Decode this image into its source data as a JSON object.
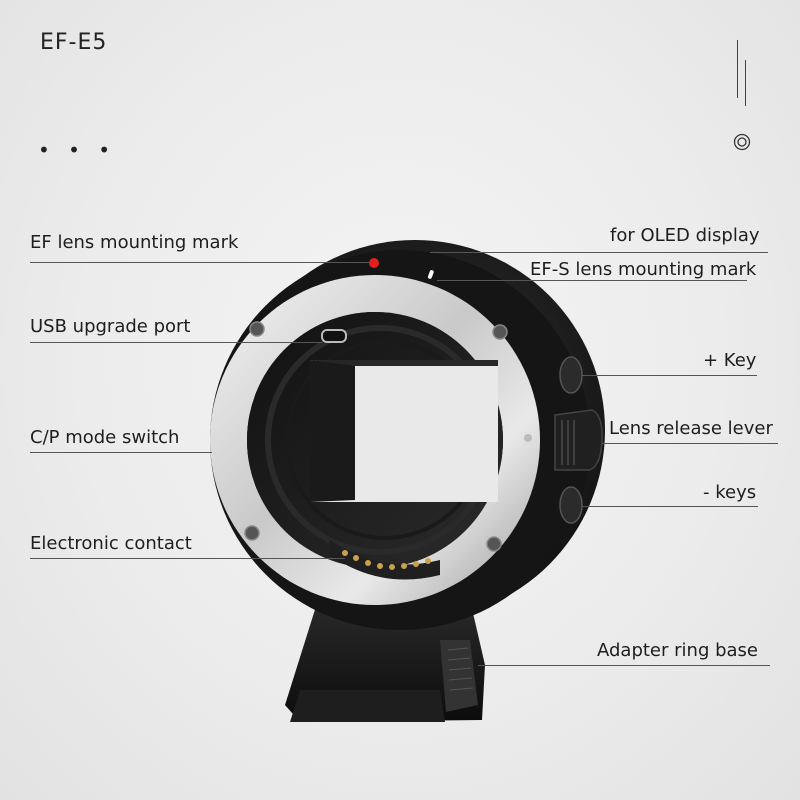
{
  "header": {
    "title": "EF-E5",
    "more_dots": "• • •"
  },
  "callouts": {
    "left": [
      {
        "key": "ef_mark",
        "label": "EF lens mounting mark"
      },
      {
        "key": "usb",
        "label": "USB upgrade port"
      },
      {
        "key": "cp",
        "label": "C/P mode switch"
      },
      {
        "key": "contact",
        "label": "Electronic contact"
      }
    ],
    "right": [
      {
        "key": "oled",
        "label": "for OLED display"
      },
      {
        "key": "efs_mark",
        "label": "EF-S lens mounting mark"
      },
      {
        "key": "plus",
        "label": "+ Key"
      },
      {
        "key": "release",
        "label": "Lens release lever"
      },
      {
        "key": "minus",
        "label": "- keys"
      },
      {
        "key": "base",
        "label": "Adapter ring base"
      }
    ]
  },
  "colors": {
    "mount_mark": "#e0201c",
    "body_black": "#1a1a1a",
    "chrome": "#cfcfcf"
  }
}
